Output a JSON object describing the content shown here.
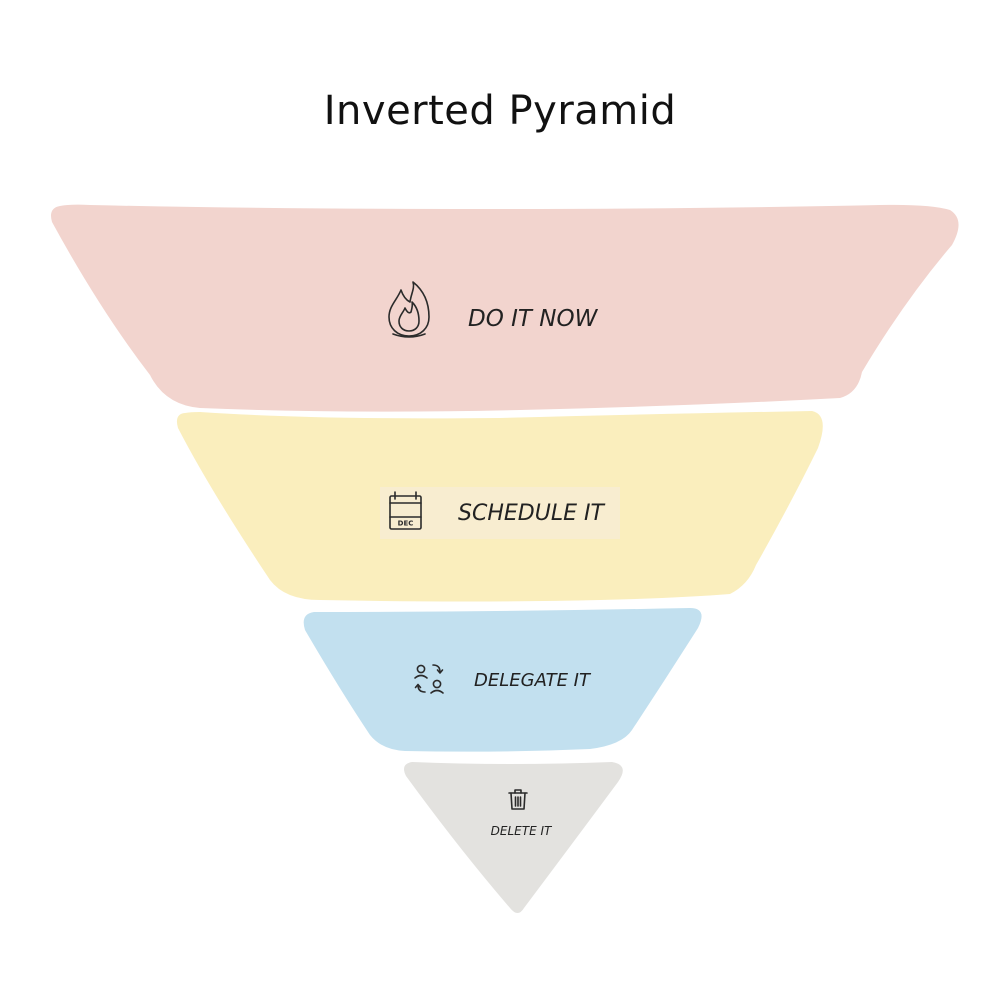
{
  "diagram": {
    "title": "Inverted Pyramid",
    "levels": [
      {
        "label": "DO IT NOW",
        "icon": "fire-icon",
        "color": "#F2D4CE"
      },
      {
        "label": "SCHEDULE IT",
        "icon": "calendar-icon",
        "color": "#FAEEBD",
        "icon_text": "DEC"
      },
      {
        "label": "DELEGATE IT",
        "icon": "delegate-icon",
        "color": "#C2E0EF"
      },
      {
        "label": "DELETE IT",
        "icon": "trash-icon",
        "color": "#E3E2DF"
      }
    ]
  }
}
